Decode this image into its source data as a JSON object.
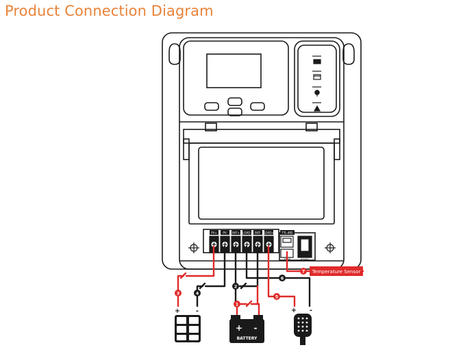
{
  "page": {
    "title": "Product Connection Diagram"
  },
  "colors": {
    "accent_title": "#e8833a",
    "red_wire": "#e02a2a",
    "black_wire": "#1a1a1a",
    "outline": "#1a1a1a",
    "label_bg": "#e02a2a",
    "label_text": "#ffffff"
  },
  "terminals": {
    "pv_pos": "PV+",
    "pv_neg": "PV-",
    "bat_pos": "BAT+",
    "load_neg": "LOAD-",
    "bat_neg": "BAT-",
    "load_pos": "LOAD+",
    "ttl_485": "TTL-485",
    "temp_port": "TEMP",
    "rs485_port": "RS485"
  },
  "steps": {
    "s1": "1",
    "s2": "2",
    "s3": "3",
    "s4": "4",
    "s5": "5",
    "s6": "6",
    "s7": "7"
  },
  "labels": {
    "temperature_sensor": "Temperature Sensor",
    "battery": "BATTERY",
    "plus": "+",
    "minus": "-"
  },
  "icons": {
    "status_indicators": [
      "battery-icon",
      "window-icon",
      "bulb-icon",
      "warning-icon"
    ]
  }
}
